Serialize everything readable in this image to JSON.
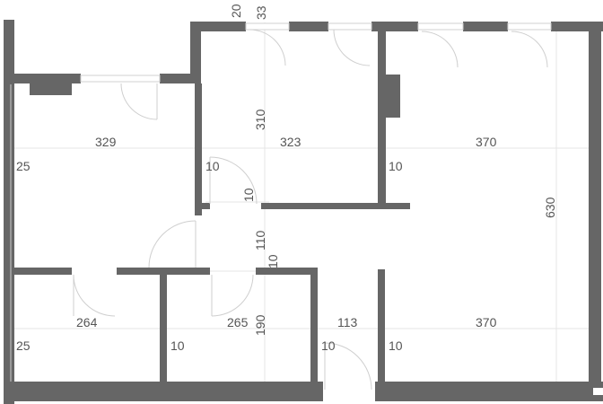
{
  "labels": {
    "top_20": "20",
    "top_33": "33",
    "room_kitchen_width": "329",
    "room_mid_width": "323",
    "room_right_width": "370",
    "wall_left_top": "25",
    "wall_mid_top": "10",
    "wall_right_top": "10",
    "wall_corridor_upper": "10",
    "corridor_110": "110",
    "corridor_10": "10",
    "height_310": "310",
    "height_630": "630",
    "height_190": "190",
    "room_bottom_left_width": "264",
    "room_bottom_mid_width": "265",
    "entrance_width": "113",
    "room_bottom_right_width": "370",
    "wall_left_bottom": "25",
    "wall_bottom_mid": "10",
    "wall_entrance_left": "10",
    "wall_entrance_right": "10"
  },
  "colors": {
    "wall": "#666666",
    "dimension_line": "#e6e6e6",
    "text": "#555555",
    "door": "#cfcfcf"
  }
}
